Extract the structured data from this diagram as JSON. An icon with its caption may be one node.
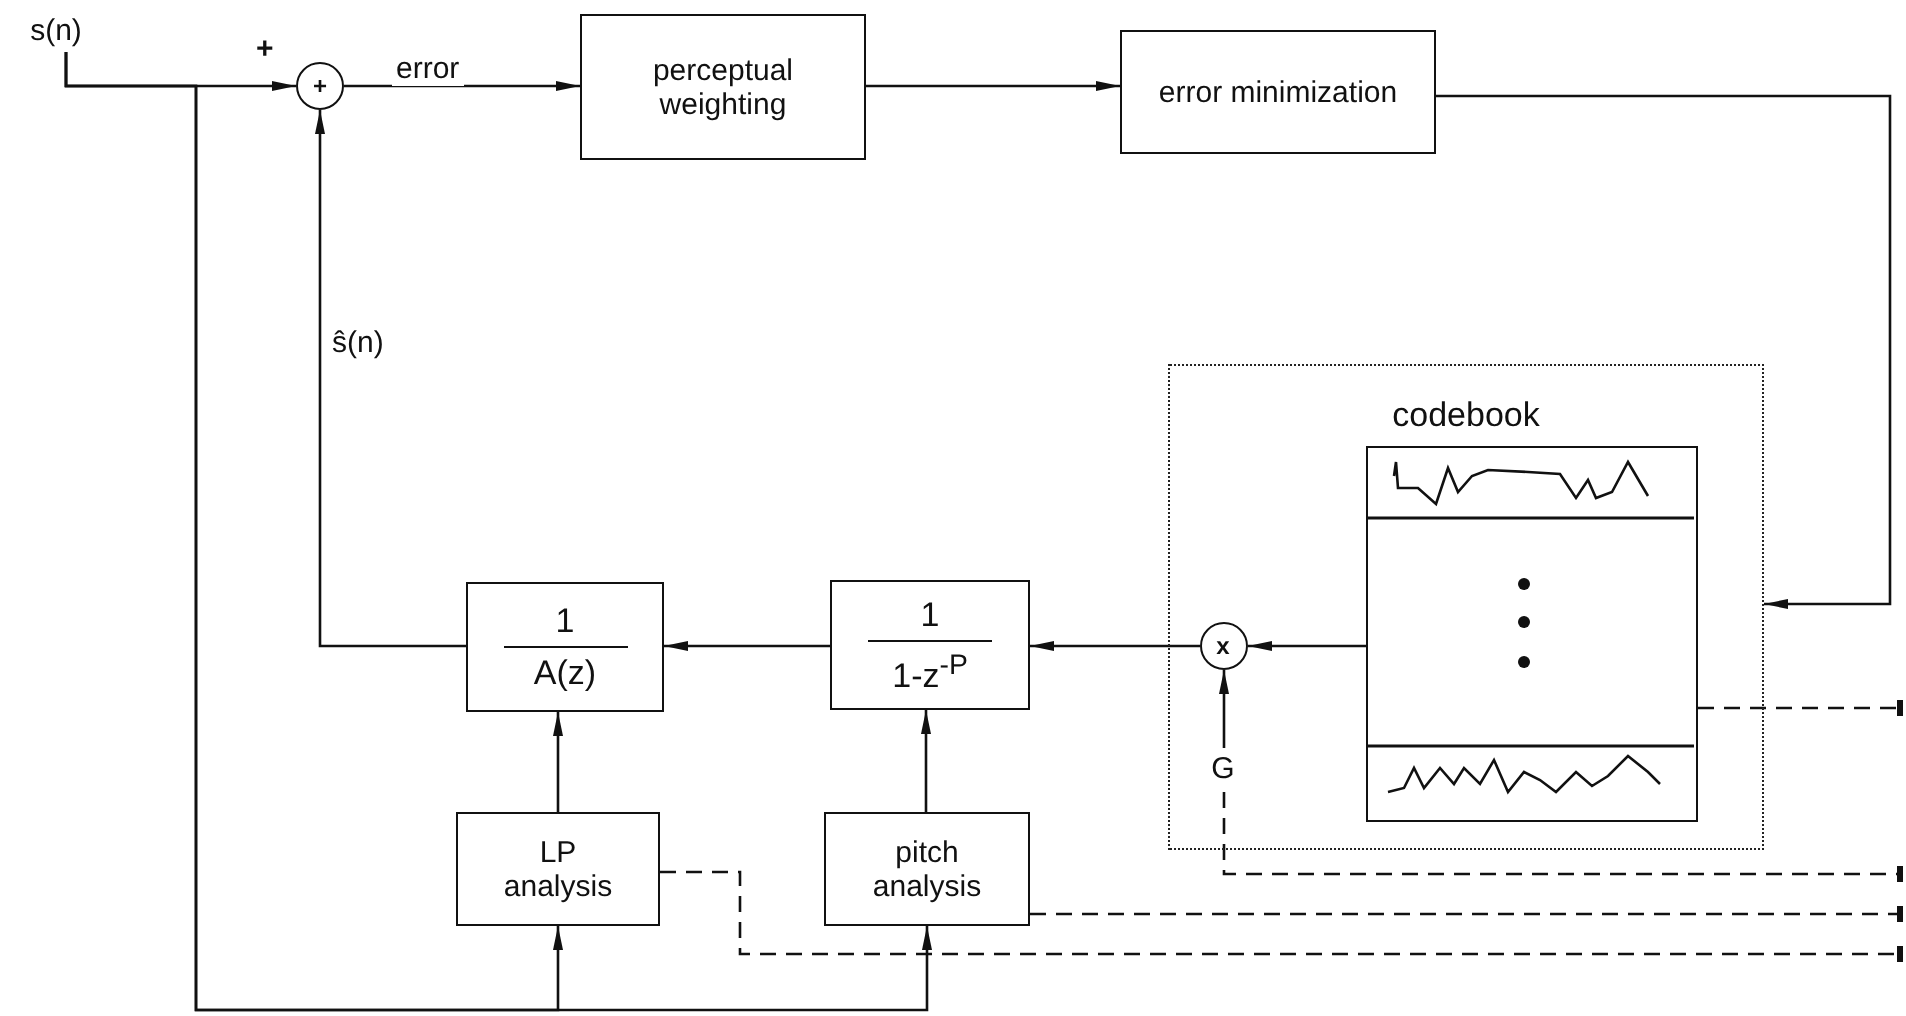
{
  "diagram": {
    "nodes": [
      {
        "text": [
          "s(n)"
        ]
      },
      {
        "text": [
          "+"
        ]
      },
      {
        "text": [
          "perceptual weighting"
        ]
      },
      {
        "text": [
          "error minimization"
        ]
      },
      {
        "text": [
          "codebook"
        ]
      },
      {
        "text": [],
        "shape": "box",
        "in": 4
      },
      {
        "text": [
          "x"
        ],
        "in": 4
      },
      {
        "text": [
          "G"
        ],
        "in": 4
      },
      {
        "text": [
          "1",
          "1-z$^{-P}$"
        ]
      },
      {
        "text": [
          "1",
          "A(z)"
        ]
      },
      {
        "text": [
          "LP analysis"
        ]
      },
      {
        "text": [
          "pitch analysis"
        ]
      }
    ],
    "edges": [
      {
        "from": 0,
        "to": 1,
        "arrow": "to"
      },
      {
        "from": 1,
        "to": 2,
        "arrow": "to",
        "label": "error"
      },
      {
        "from": 2,
        "to": 3,
        "arrow": "to"
      },
      {
        "from": 3,
        "to": 4,
        "arrow": "to"
      },
      {
        "from": 5,
        "to": 6,
        "arrow": "to"
      },
      {
        "from": 6,
        "to": 8,
        "arrow": "to"
      },
      {
        "from": 8,
        "to": 9,
        "arrow": "to"
      },
      {
        "from": 9,
        "to": 1,
        "arrow": "to",
        "label": "ŝ(n)"
      },
      {
        "from": 0,
        "to": 10,
        "arrow": "to"
      },
      {
        "from": 0,
        "to": 11,
        "arrow": "to"
      },
      {
        "from": 10,
        "to": 9,
        "arrow": "to"
      },
      {
        "from": 11,
        "to": 8,
        "arrow": "to"
      },
      {
        "from": 7,
        "to": 6,
        "arrow": "to"
      },
      {
        "from": 5,
        "to": null,
        "arrow": "other",
        "style": "dashed"
      },
      {
        "from": 7,
        "to": null,
        "arrow": "other",
        "style": "dashed"
      },
      {
        "from": 11,
        "to": null,
        "arrow": "other",
        "style": "dashed"
      },
      {
        "from": 10,
        "to": null,
        "arrow": "other",
        "style": "dashed"
      }
    ],
    "labels": [
      "+"
    ]
  }
}
